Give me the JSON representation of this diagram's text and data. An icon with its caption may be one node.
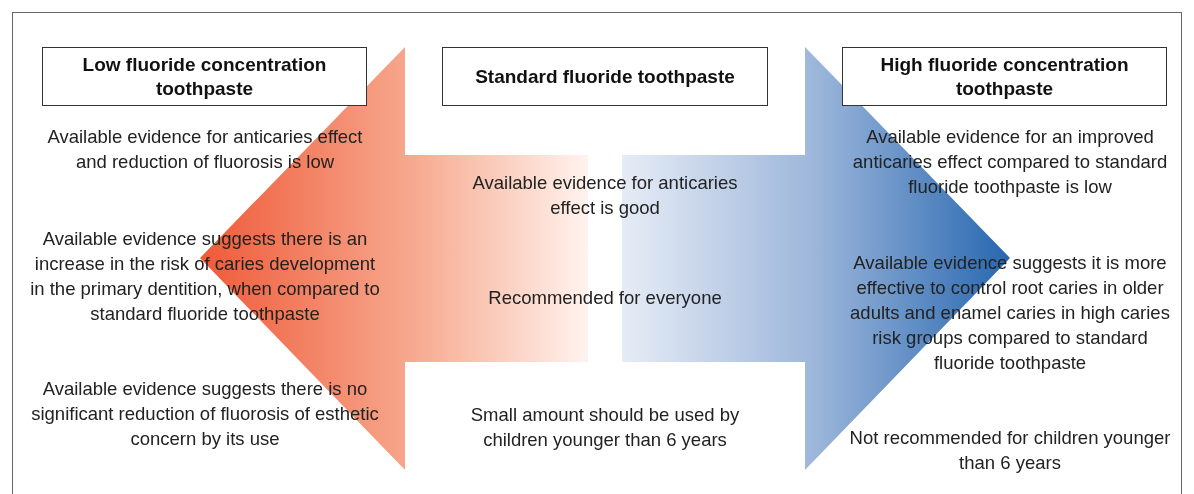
{
  "diagram": {
    "nodes": [
      {
        "text": [
          "Low fluoride concentration toothpaste"
        ]
      },
      {
        "text": [
          "Standard fluoride toothpaste"
        ]
      },
      {
        "text": [
          "High fluoride concentration toothpaste"
        ]
      }
    ],
    "labels": [
      "Available evidence for anticaries effect and reduction of fluorosis is low",
      "Available evidence suggests there is an increase in the risk of caries development in the primary dentition, when compared to standard fluoride toothpaste",
      "Available evidence suggests there is no significant reduction of fluorosis of esthetic concern by its use",
      "Available evidence for anticaries effect is good",
      "Recommended for everyone",
      "Small amount should be used by children younger than 6 years",
      "Available evidence for an improved anticaries effect compared to standard fluoride toothpaste is low",
      "Available evidence suggests it is more effective to control root caries in older adults and enamel caries in high caries risk groups compared to standard fluoride toothpaste",
      "Not recommended for children younger than 6 years"
    ]
  }
}
